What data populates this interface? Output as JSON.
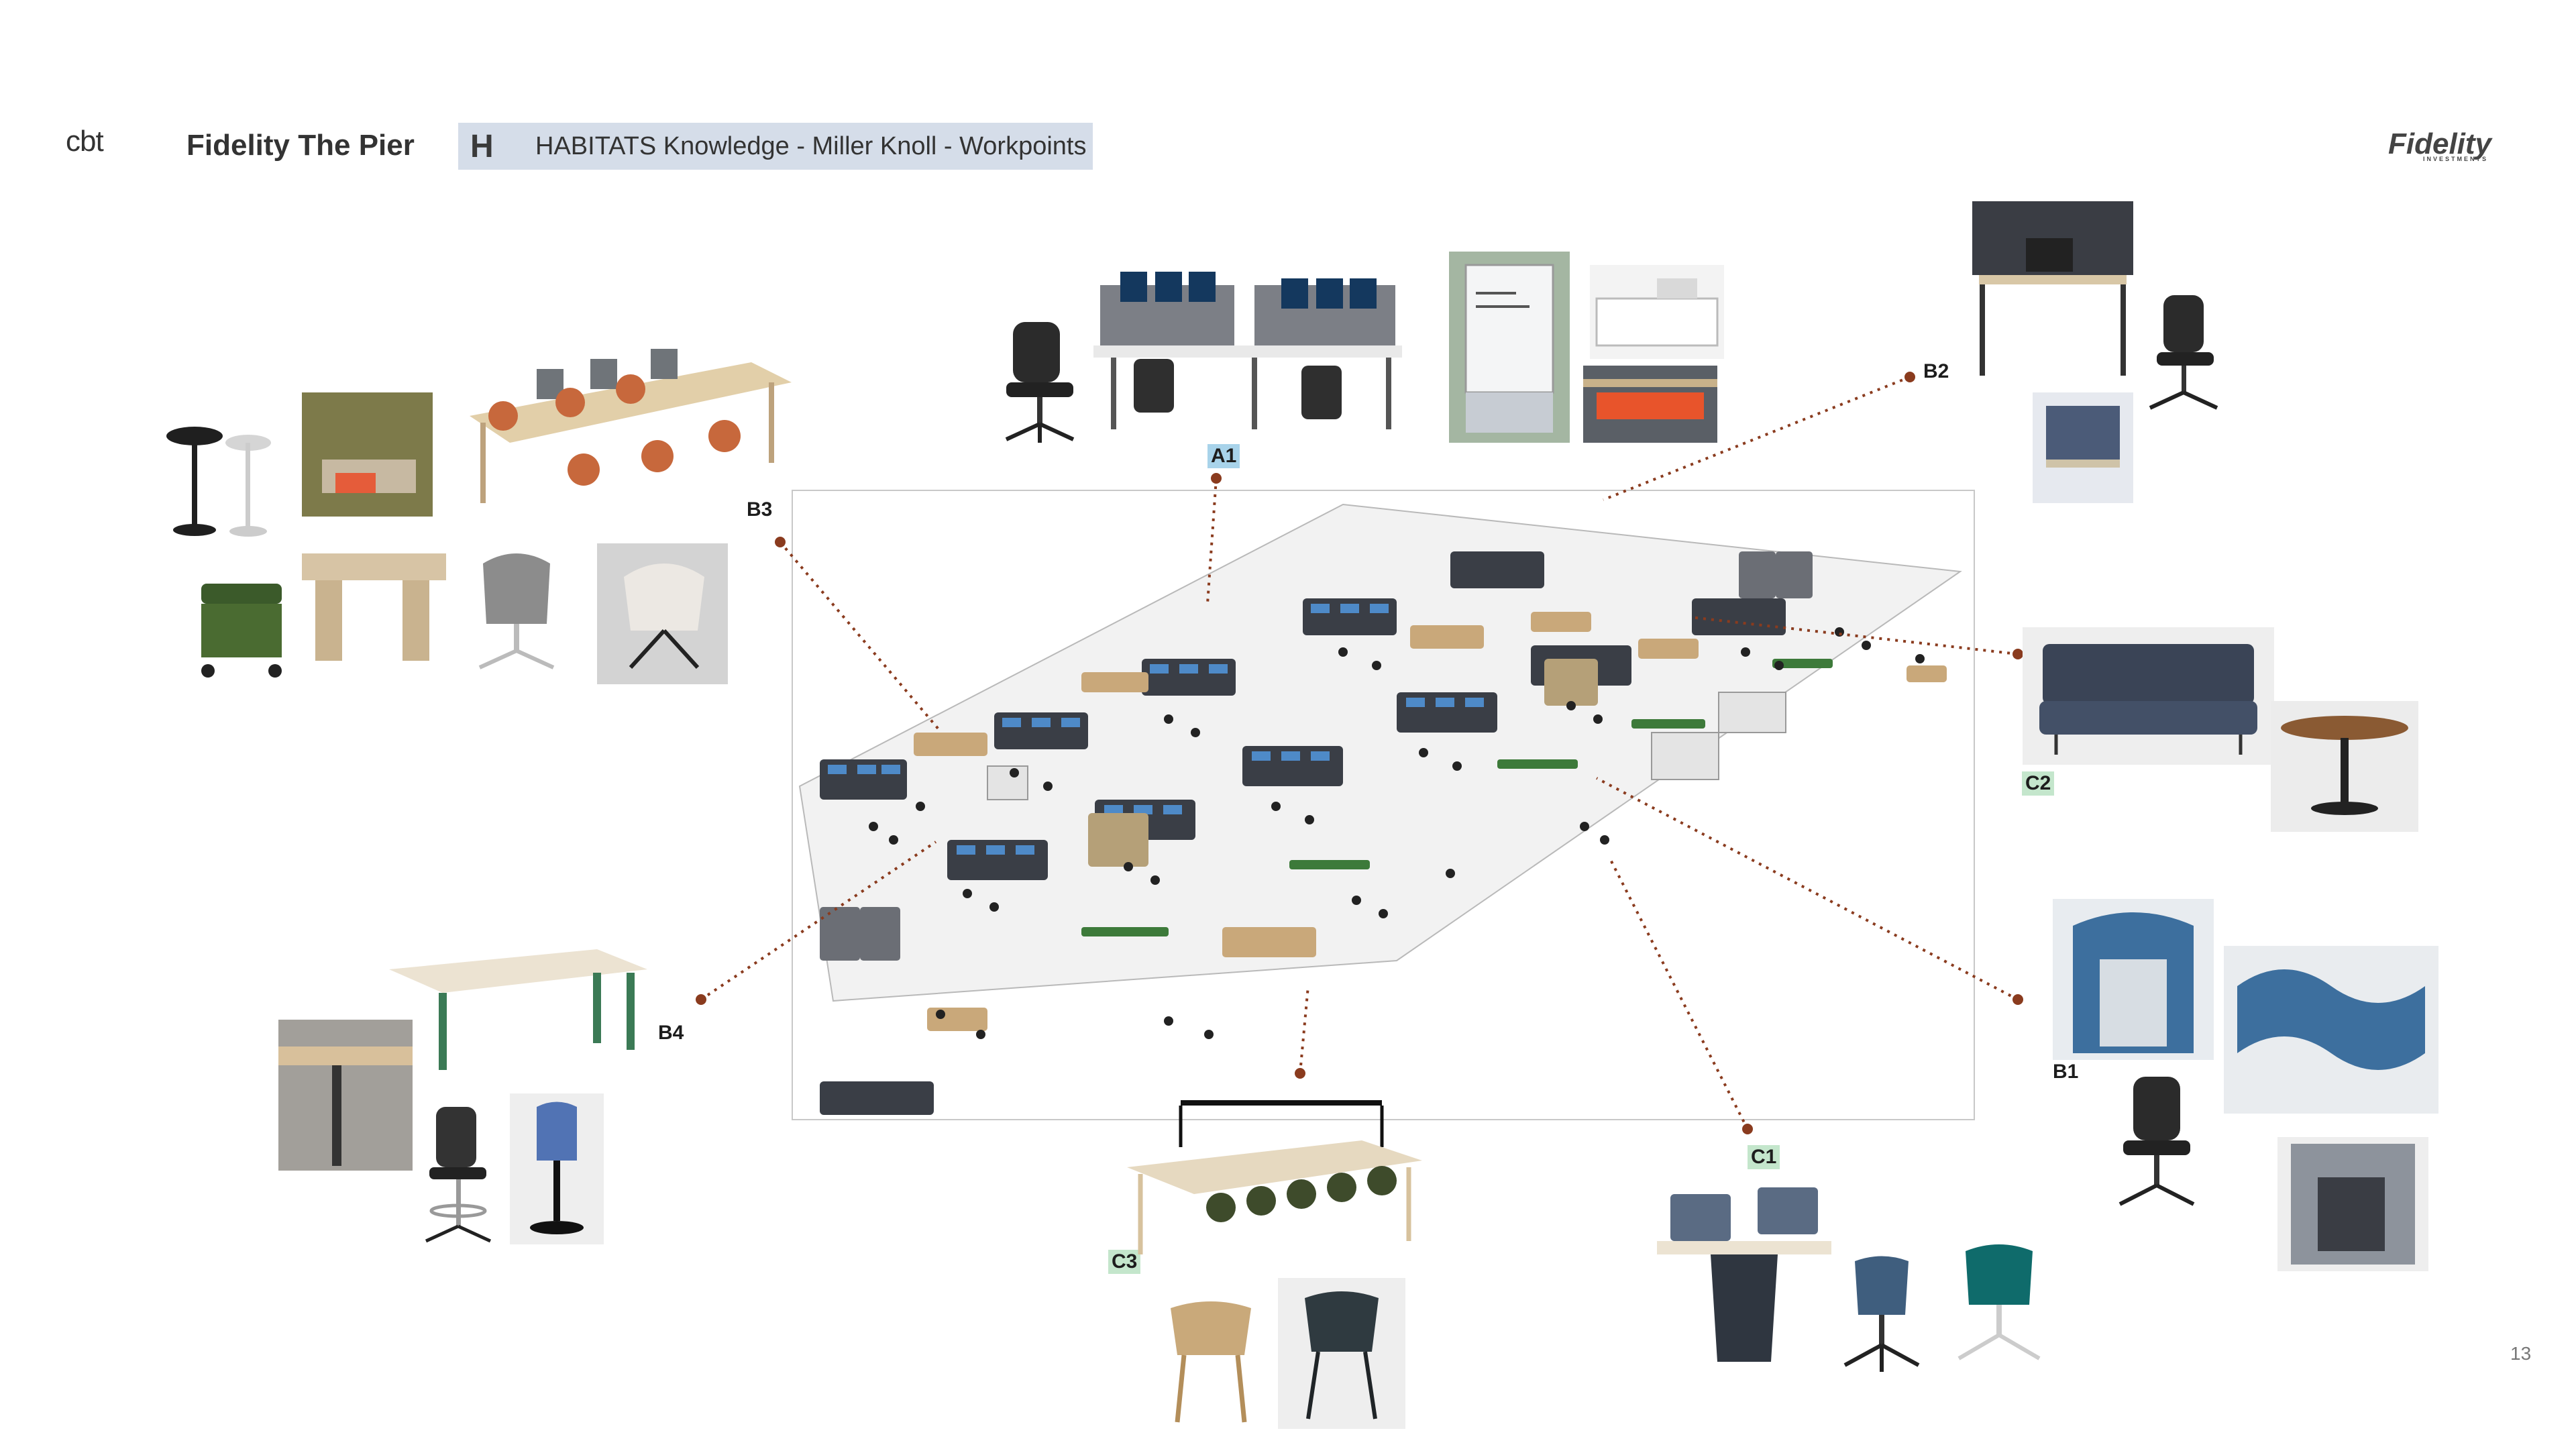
{
  "header": {
    "brand": "cbt",
    "project": "Fidelity The Pier",
    "habitat_letter": "H",
    "habitat_title": "HABITATS Knowledge - Miller Knoll - Workpoints",
    "client_logo": "Fidelity",
    "client_logo_sub": "INVESTMENTS"
  },
  "zones": {
    "a1": "A1",
    "b1": "B1",
    "b2": "B2",
    "b3": "B3",
    "b4": "B4",
    "c1": "C1",
    "c2": "C2",
    "c3": "C3"
  },
  "page_number": "13",
  "colors": {
    "header_bar": "#d5dde9",
    "leader_line": "#8a3b1e",
    "tag_blue": "#a8d3ea",
    "tag_green": "#c4e6cc"
  }
}
